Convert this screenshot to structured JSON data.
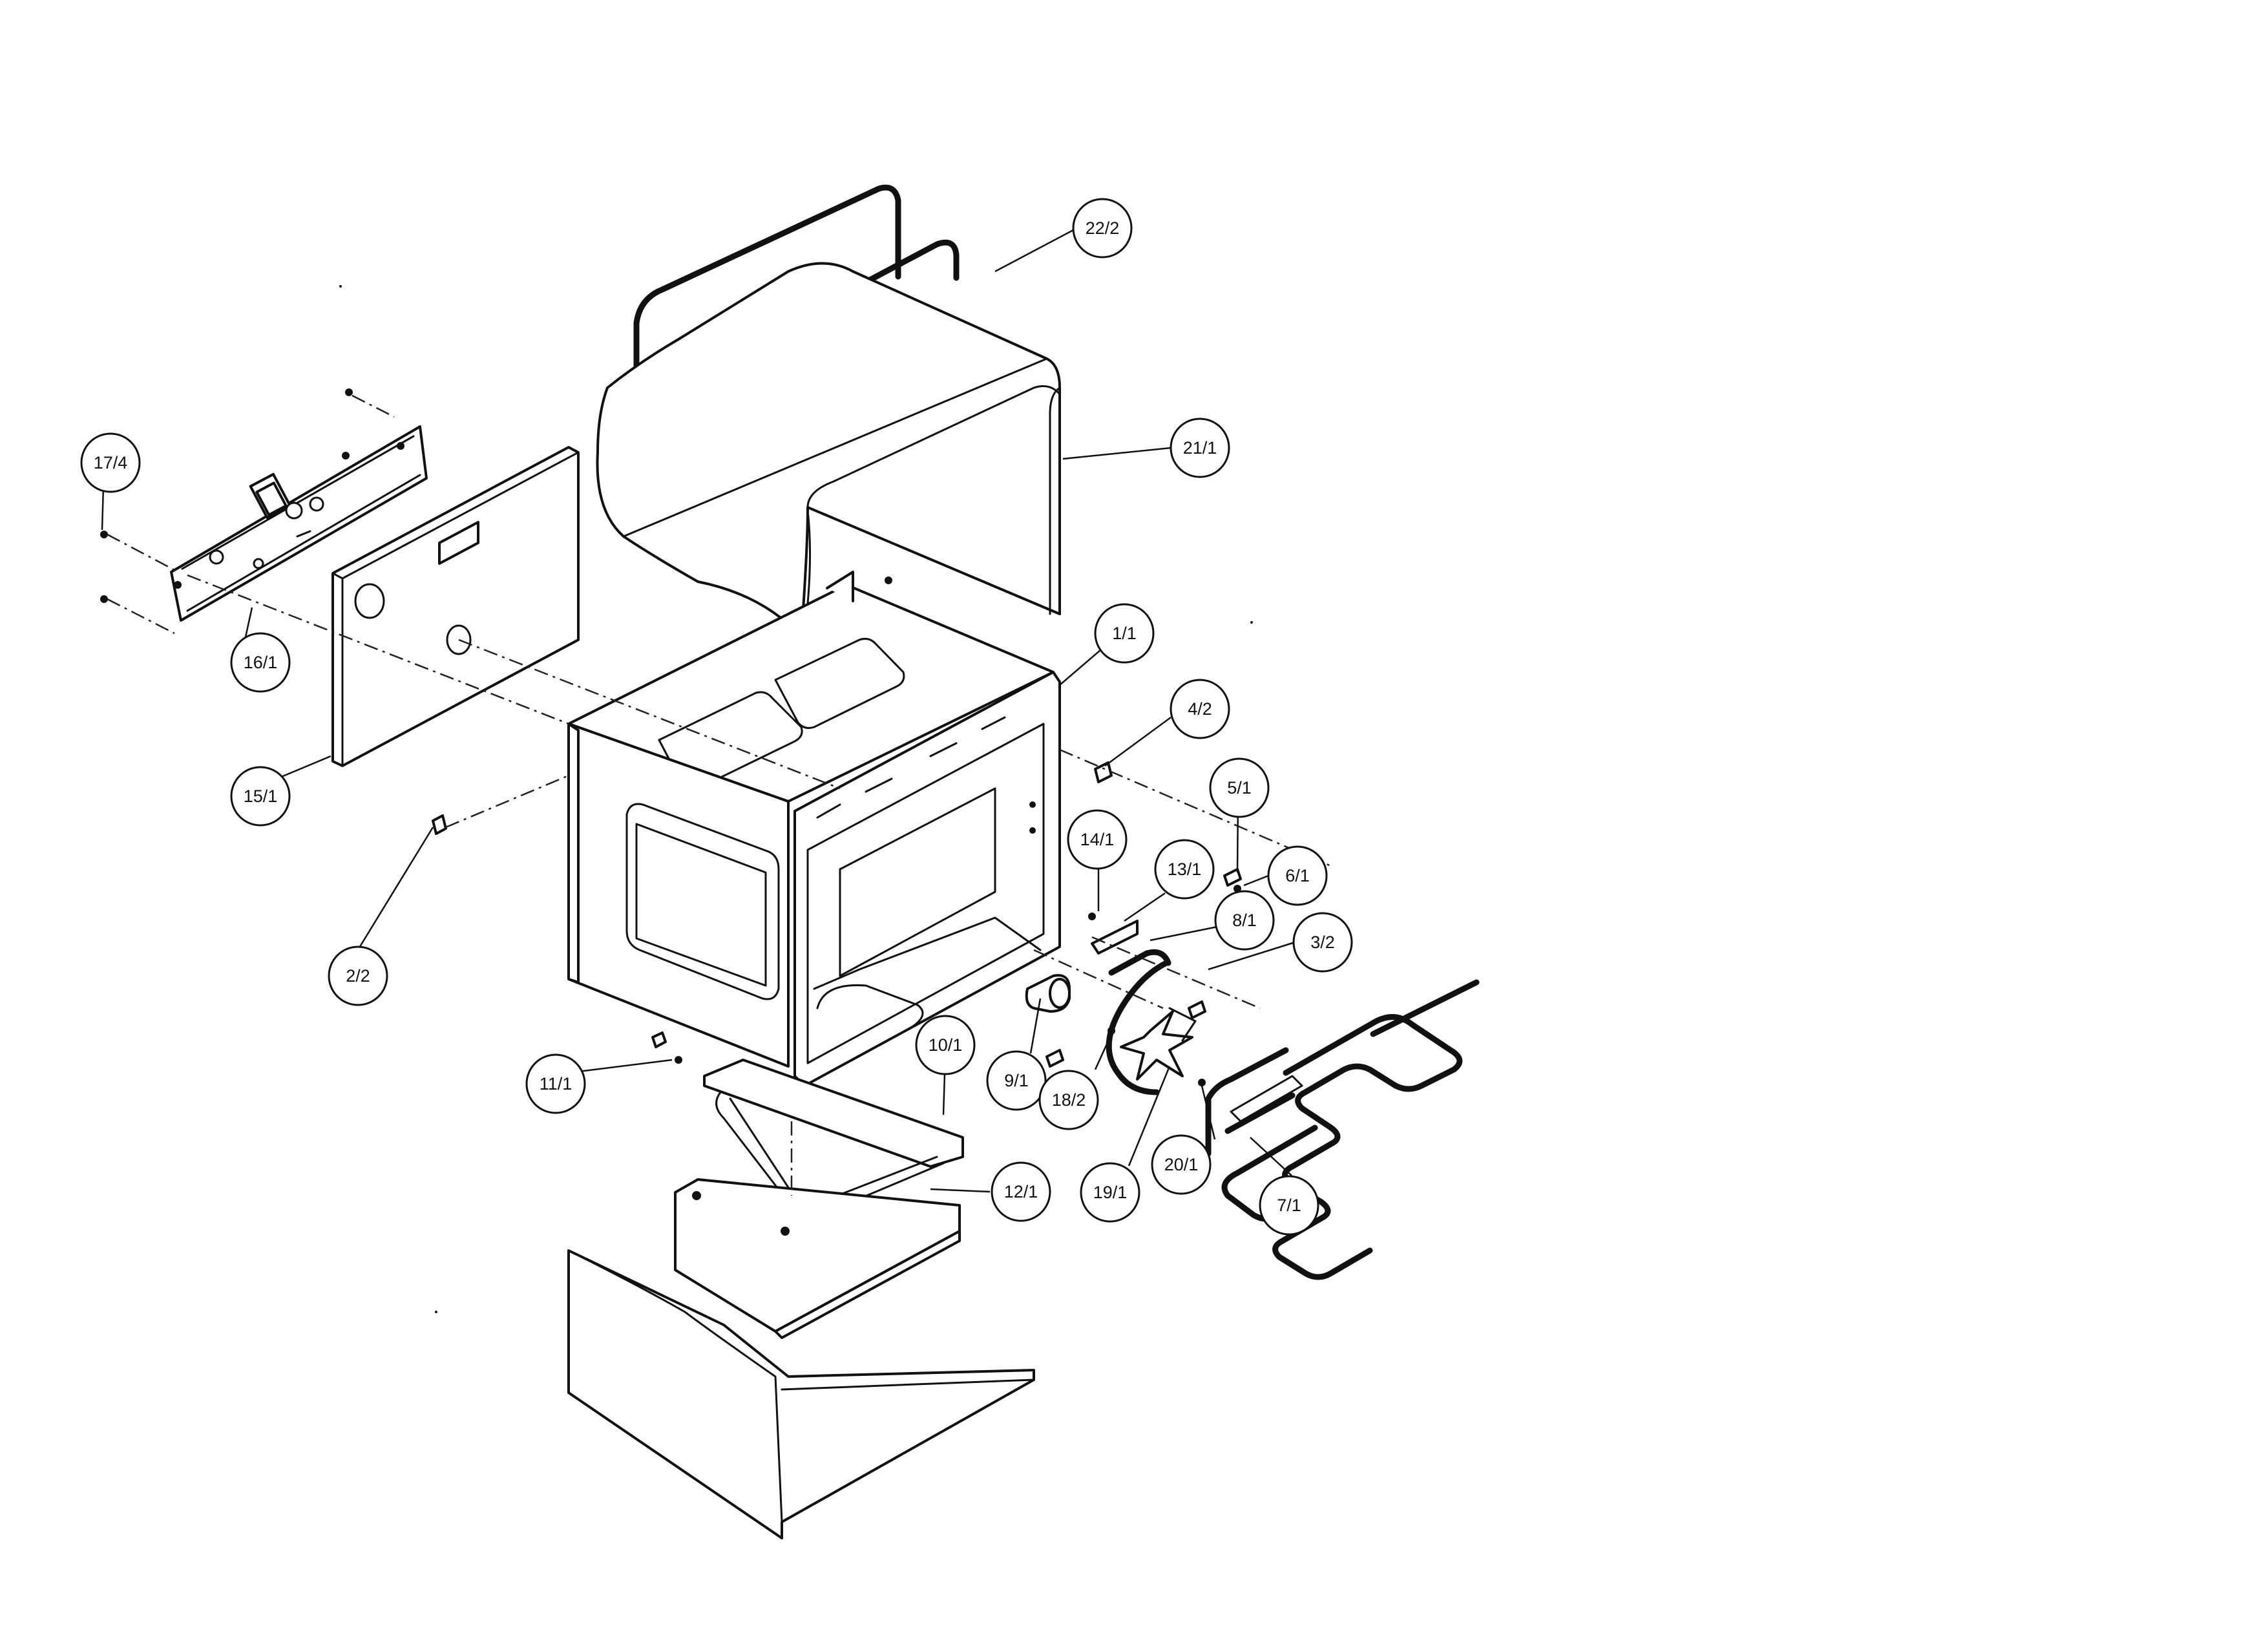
{
  "diagram": {
    "type": "exploded-parts-view",
    "line_color": "#111111",
    "background": "#ffffff",
    "callouts": [
      {
        "id": "c-22-2",
        "label": "22/2"
      },
      {
        "id": "c-21-1",
        "label": "21/1"
      },
      {
        "id": "c-17-4",
        "label": "17/4"
      },
      {
        "id": "c-16-1",
        "label": "16/1"
      },
      {
        "id": "c-15-1",
        "label": "15/1"
      },
      {
        "id": "c-1-1",
        "label": "1/1"
      },
      {
        "id": "c-4-2",
        "label": "4/2"
      },
      {
        "id": "c-5-1",
        "label": "5/1"
      },
      {
        "id": "c-6-1",
        "label": "6/1"
      },
      {
        "id": "c-14-1",
        "label": "14/1"
      },
      {
        "id": "c-13-1",
        "label": "13/1"
      },
      {
        "id": "c-8-1",
        "label": "8/1"
      },
      {
        "id": "c-3-2",
        "label": "3/2"
      },
      {
        "id": "c-2-2",
        "label": "2/2"
      },
      {
        "id": "c-11-1",
        "label": "11/1"
      },
      {
        "id": "c-10-1",
        "label": "10/1"
      },
      {
        "id": "c-9-1",
        "label": "9/1"
      },
      {
        "id": "c-18-2",
        "label": "18/2"
      },
      {
        "id": "c-19-1",
        "label": "19/1"
      },
      {
        "id": "c-20-1",
        "label": "20/1"
      },
      {
        "id": "c-7-1",
        "label": "7/1"
      },
      {
        "id": "c-12-1",
        "label": "12/1"
      }
    ]
  }
}
